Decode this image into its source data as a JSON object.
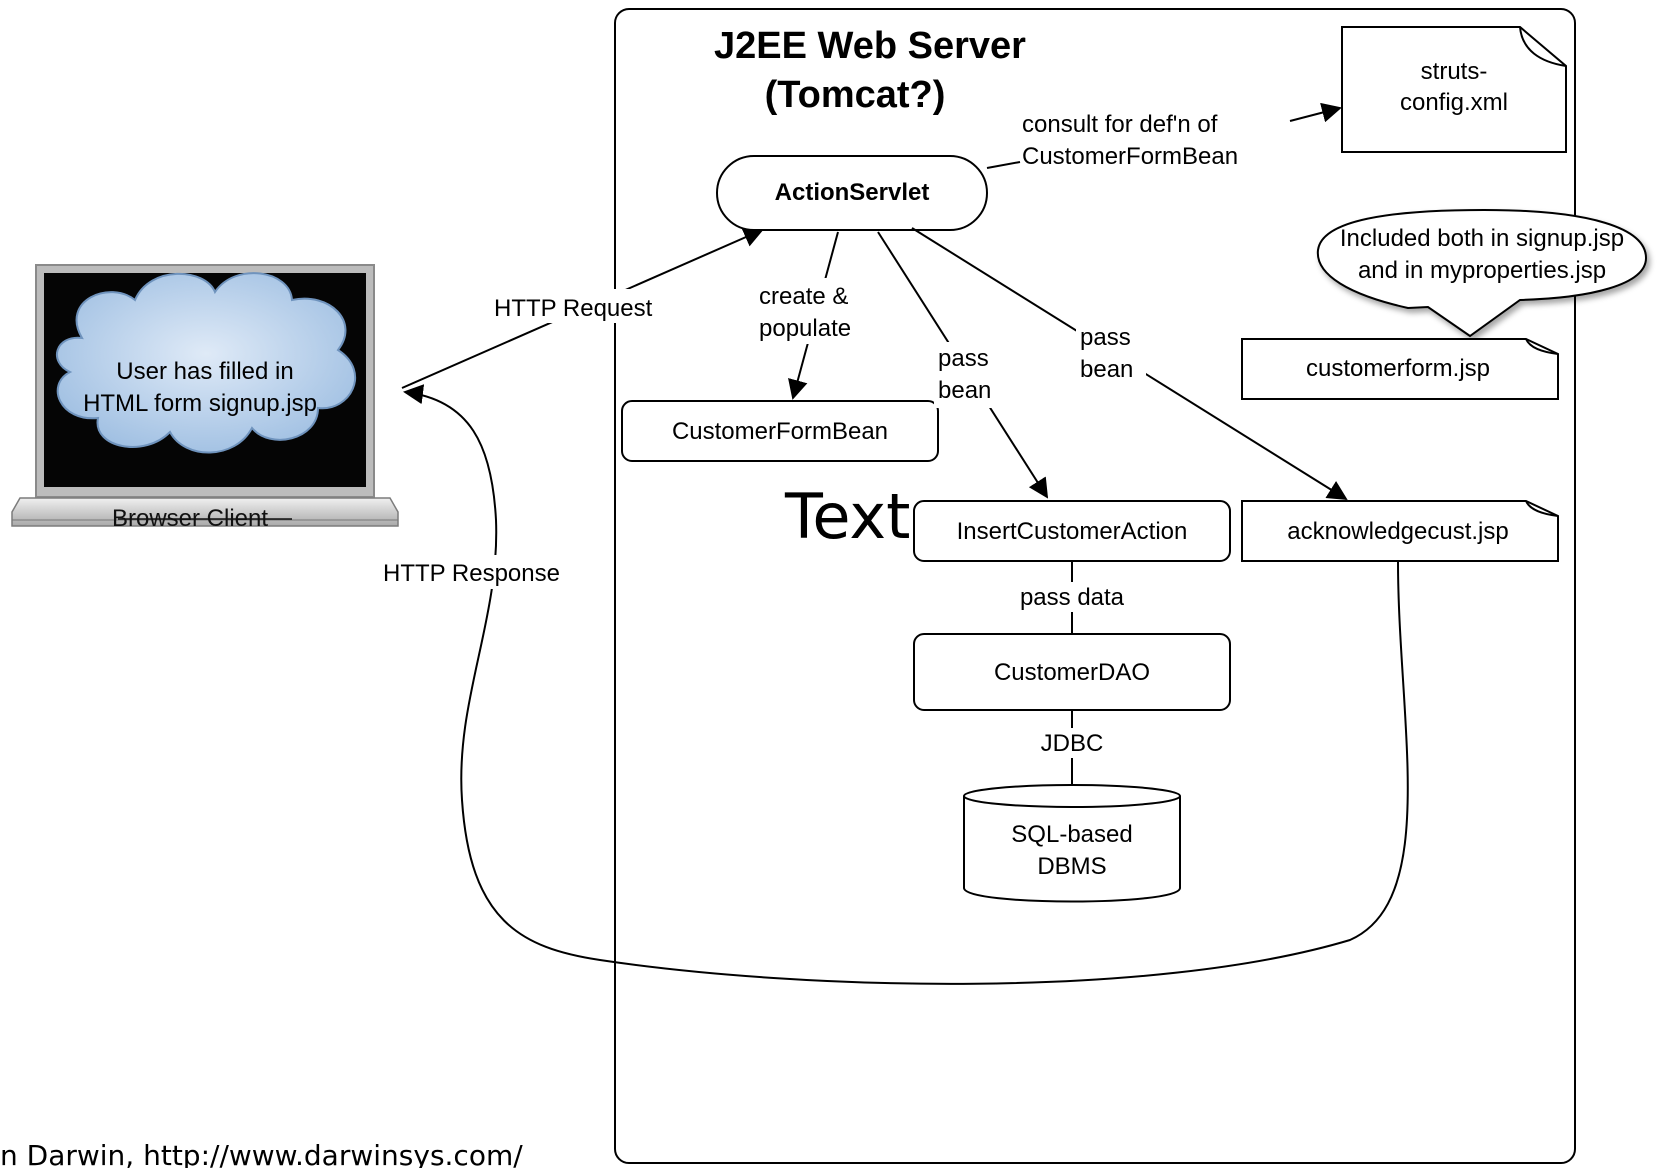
{
  "server": {
    "title_line1": "J2EE Web Server",
    "title_line2": "(Tomcat?)"
  },
  "browser": {
    "label": "Browser Client",
    "cloud_line1": "User has filled in",
    "cloud_line2": "HTML form signup.jsp"
  },
  "nodes": {
    "action_servlet": "ActionServlet",
    "customer_form_bean": "CustomerFormBean",
    "insert_customer_action": "InsertCustomerAction",
    "customer_dao": "CustomerDAO",
    "dbms_line1": "SQL-based",
    "dbms_line2": "DBMS",
    "struts_config_line1": "struts-",
    "struts_config_line2": "config.xml",
    "customerform_jsp": "customerform.jsp",
    "acknowledgecust_jsp": "acknowledgecust.jsp"
  },
  "labels": {
    "consult_line1": "consult for def'n of",
    "consult_line2": "CustomerFormBean",
    "create_line1": "create &",
    "create_line2": "populate",
    "pass_bean_line1": "pass",
    "pass_bean_line2": "bean",
    "pass_data": "pass data",
    "jdbc": "JDBC",
    "http_request": "HTTP Request",
    "http_response": "HTTP Response",
    "callout_line1": "Included both in signup.jsp",
    "callout_line2": "and in myproperties.jsp",
    "handwritten": "Text"
  },
  "footer": {
    "credit": "n Darwin, http://www.darwinsys.com/"
  },
  "colors": {
    "cloud_fill": "#b9d3ec",
    "cloud_stroke": "#6f93bd",
    "screen": "#050505",
    "laptop_body": "#d4d4d4"
  }
}
